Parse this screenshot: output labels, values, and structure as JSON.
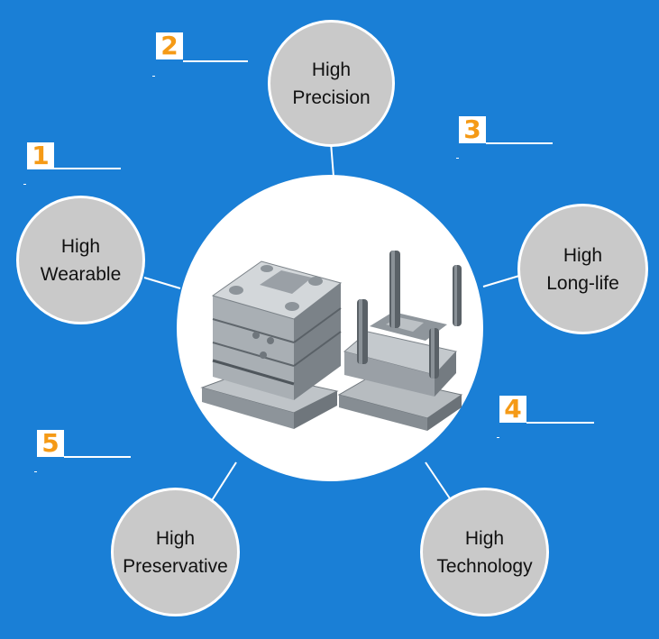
{
  "colors": {
    "background": "#1a7fd6",
    "bubble": "#c9c9c9",
    "badge_number": "#f59a16",
    "lines": "#ffffff"
  },
  "product_image": "plastic-injection-mold-icon",
  "features": [
    {
      "number": "1",
      "line1": "High",
      "line2": "Wearable"
    },
    {
      "number": "2",
      "line1": "High",
      "line2": "Precision"
    },
    {
      "number": "3",
      "line1": "High",
      "line2": "Long-life"
    },
    {
      "number": "4",
      "line1": "High",
      "line2": "Technology"
    },
    {
      "number": "5",
      "line1": "High",
      "line2": "Preservative"
    }
  ]
}
